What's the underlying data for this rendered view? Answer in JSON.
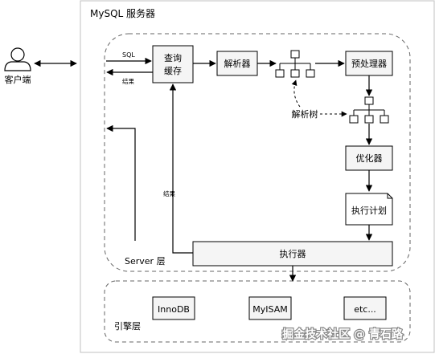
{
  "server_title": "MySQL 服务器",
  "client_label": "客户端",
  "sql_label": "SQL",
  "result_label": "结果",
  "query_cache": [
    "查询",
    "缓存"
  ],
  "parser": "解析器",
  "parse_tree_label": "解析树",
  "preprocessor": "预处理器",
  "optimizer": "优化器",
  "execution_plan": "执行计划",
  "executor": "执行器",
  "server_layer": "Server 层",
  "engine_layer": "引擎层",
  "engines": [
    "InnoDB",
    "MyISAM",
    "etc..."
  ],
  "watermark": "掘金技术社区 @ 青石路",
  "colors": {
    "box_fill": "#f5f5f5",
    "stroke": "#000000",
    "dash_stroke": "#666666",
    "outer_stroke": "#c0c0c0",
    "watermark": "#ffffff"
  }
}
